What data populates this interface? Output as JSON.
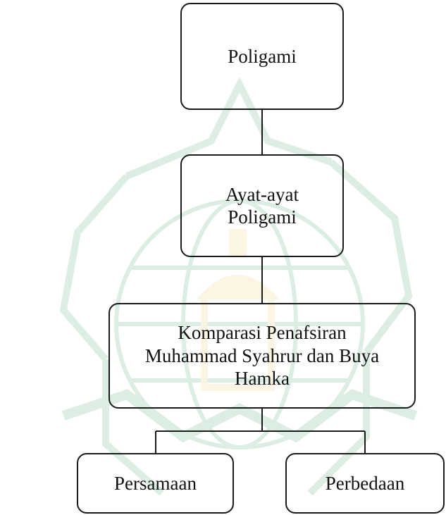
{
  "diagram": {
    "nodes": {
      "root": "Poligami",
      "verses": "Ayat-ayat\nPoligami",
      "comparison": "Komparasi Penafsiran\nMuhammad Syahrur dan Buya\nHamka",
      "similarity": "Persamaan",
      "difference": "Perbedaan"
    },
    "edges": [
      [
        "root",
        "verses"
      ],
      [
        "verses",
        "comparison"
      ],
      [
        "comparison",
        "similarity"
      ],
      [
        "comparison",
        "difference"
      ]
    ]
  },
  "colors": {
    "stroke": "#1a1a1a",
    "watermark_green": "#2e9a5e",
    "watermark_gold": "#e6b84a"
  }
}
